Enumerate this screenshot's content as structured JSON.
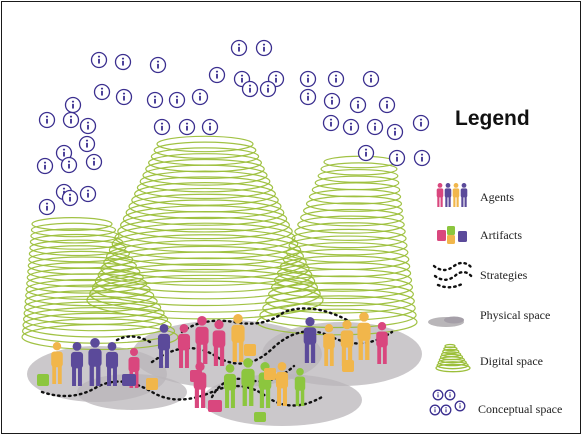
{
  "legend": {
    "title": "Legend",
    "items": [
      {
        "label": "Agents",
        "icon": "agents-icon"
      },
      {
        "label": "Artifacts",
        "icon": "artifacts-icon"
      },
      {
        "label": "Strategies",
        "icon": "strategies-icon"
      },
      {
        "label": "Physical space",
        "icon": "physical-space-icon"
      },
      {
        "label": "Digital space",
        "icon": "digital-space-icon"
      },
      {
        "label": "Conceptual space",
        "icon": "conceptual-space-icon"
      }
    ]
  },
  "colors": {
    "info_symbol": "#3b2f8f",
    "digital_space": "#9cbf3a",
    "physical_space": "#b9b6b9",
    "strategy_dots": "#111111",
    "agent_purple": "#5b4a9a",
    "agent_pink": "#d9477e",
    "agent_yellow": "#f1b64b",
    "agent_green": "#8cc63e"
  }
}
